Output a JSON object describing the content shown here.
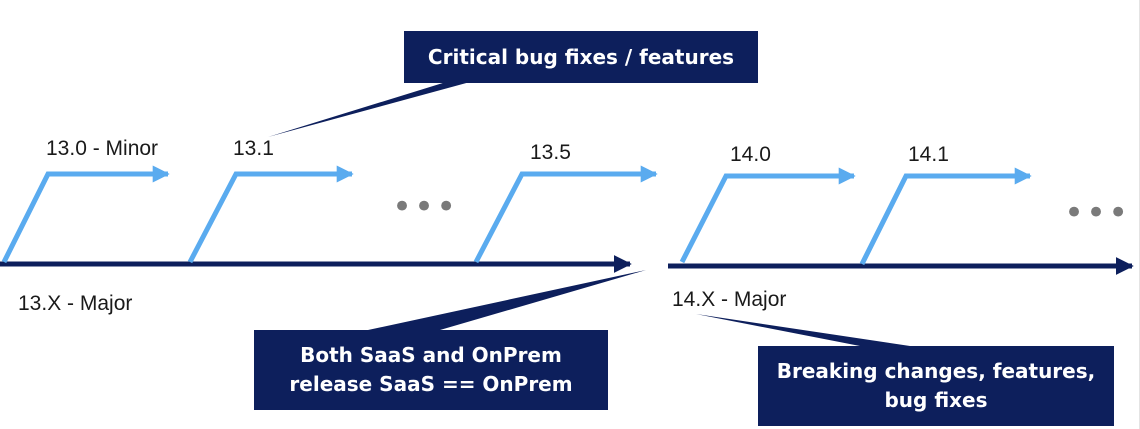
{
  "colors": {
    "timeline": "#0d1f5c",
    "release_arrow": "#5aabef",
    "callout_bg": "#0d1f5c",
    "callout_text": "#ffffff",
    "ellipsis": "#7a7a7a"
  },
  "releases": {
    "r13_0": "13.0 - Minor",
    "r13_1": "13.1",
    "r13_5": "13.5",
    "r14_0": "14.0",
    "r14_1": "14.1"
  },
  "majors": {
    "m13": "13.X - Major",
    "m14": "14.X - Major"
  },
  "ellipsis": "•••",
  "callouts": {
    "critical": [
      "Critical bug fixes / features"
    ],
    "saas": [
      "Both SaaS and OnPrem",
      "release SaaS == OnPrem"
    ],
    "breaking": [
      "Breaking changes, features,",
      "bug fixes"
    ]
  }
}
